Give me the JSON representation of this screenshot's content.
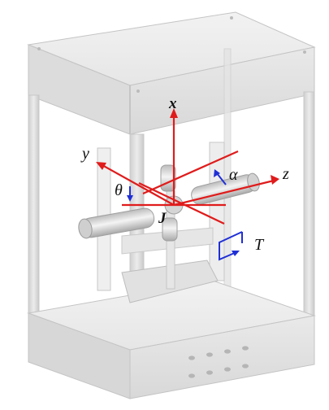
{
  "labels": {
    "x_axis": "x",
    "y_axis": "y",
    "z_axis": "z",
    "alpha": "α",
    "theta": "θ",
    "inertia": "J",
    "torque": "T"
  },
  "colors": {
    "axis_red": "#e01b1b",
    "annotation_blue": "#1f2fd6",
    "frame_gray": "#d9d9d9",
    "frame_edge": "#bdbdbd",
    "background": "#ffffff"
  }
}
